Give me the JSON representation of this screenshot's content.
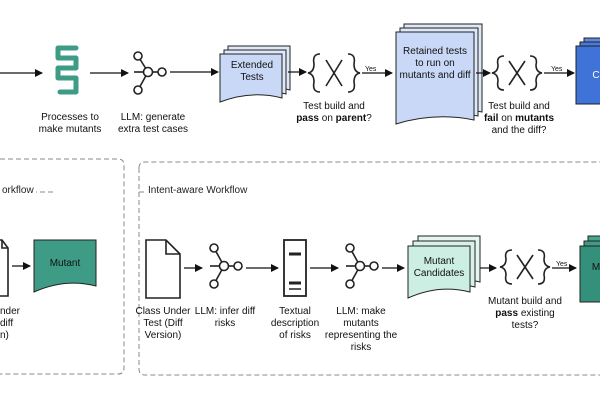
{
  "top_row": {
    "mutant_process_label": "Processes to\nmake mutants",
    "llm_generate_label": "LLM: generate\nextra test cases",
    "extended_tests": "Extended\nTests",
    "check1_label_pre": "Test build and",
    "check1_label_bold": "pass",
    "check1_label_mid": " on ",
    "check1_label_bold2": "parent",
    "check1_label_post": "?",
    "retained_tests": "Retained tests\nto run on\nmutants and diff",
    "check2_label_pre": "Test build and",
    "check2_bold1": "fail",
    "check2_mid": " on ",
    "check2_bold2": "mutants",
    "check2_post": "\nand the diff?",
    "yes_1": "Yes",
    "yes_2": "Yes",
    "right_node_partial": "C"
  },
  "left_workflow": {
    "title_partial": "orkflow",
    "mutant_node": "Mutant",
    "partial_label": "nder\ndiff\nn)"
  },
  "intent_workflow": {
    "title": "Intent-aware Workflow",
    "class_under_test": "Class Under\nTest (Diff\nVersion)",
    "llm_infer": "LLM: infer diff\nrisks",
    "textual_desc": "Textual\ndescription\nof risks",
    "llm_make": "LLM: make\nmutants\nrepresenting the\nrisks",
    "mutant_candidates": "Mutant\nCandidates",
    "check_label_pre": "Mutant build and",
    "check_bold": "pass",
    "check_post": " existing\ntests?",
    "yes_3": "Yes",
    "right_node_partial": "M"
  },
  "colors": {
    "teal_fill": "#3d9b86",
    "teal_light": "#cdeee3",
    "blue_light": "#c9d8f6",
    "blue_dark": "#3f73d8",
    "stroke": "#222222",
    "dash": "#888888"
  }
}
